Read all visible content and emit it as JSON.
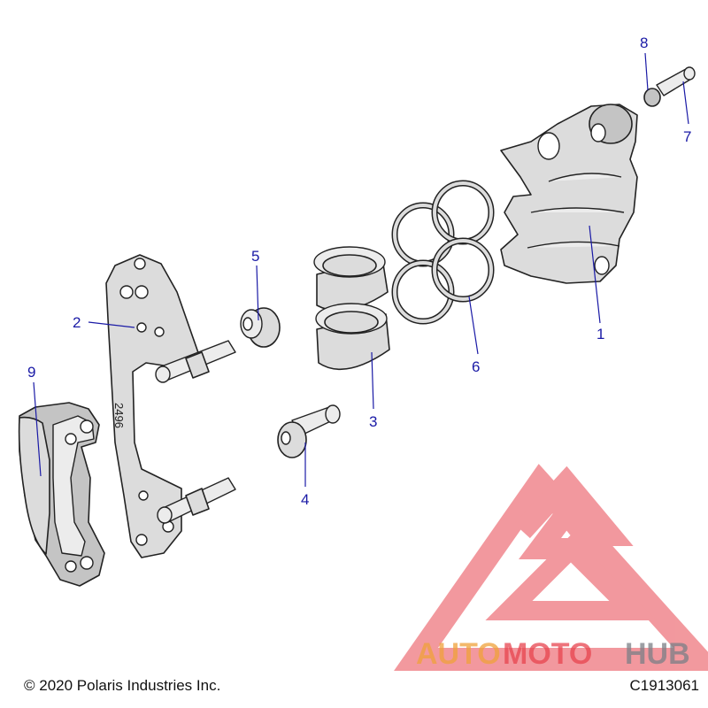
{
  "diagram": {
    "callouts": [
      {
        "id": "1",
        "label": "1"
      },
      {
        "id": "2",
        "label": "2"
      },
      {
        "id": "3",
        "label": "3"
      },
      {
        "id": "4",
        "label": "4"
      },
      {
        "id": "5",
        "label": "5"
      },
      {
        "id": "6",
        "label": "6"
      },
      {
        "id": "7",
        "label": "7"
      },
      {
        "id": "8",
        "label": "8"
      },
      {
        "id": "9",
        "label": "9"
      }
    ],
    "bracket_stamp": "2496"
  },
  "watermark": {
    "text_part1": "AUTO",
    "text_part2": "MOTO",
    "text_part3": "HUB",
    "color_primary": "#e8454f",
    "color_secondary": "#f0a23a",
    "color_gray": "#7b7f86"
  },
  "footer": {
    "copyright": "© 2020 Polaris Industries Inc.",
    "drawing_id": "C1913061"
  },
  "colors": {
    "callout": "#1a1aa6"
  }
}
